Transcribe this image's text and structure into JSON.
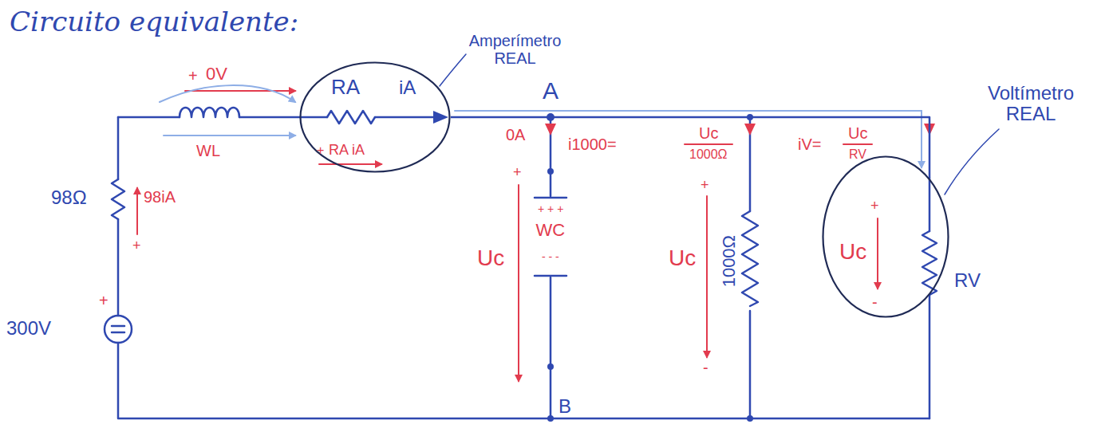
{
  "diagram": {
    "title": "Circuito equivalente:",
    "nodes": [
      {
        "text": [
          "Amperímetro REAL",
          "RA",
          "iA",
          "+",
          "RA iA"
        ]
      },
      {
        "text": [
          "Voltímetro REAL",
          "+",
          "Uc",
          "-"
        ]
      }
    ],
    "edges": [
      {
        "from": 0,
        "to": 1,
        "arrow": "none"
      }
    ],
    "labels": [
      "+",
      "0V",
      "WL",
      "98Ω",
      "98iA",
      "+",
      "+",
      "300V",
      "A",
      "0A",
      "+",
      "Uc",
      "+ + +",
      "WC",
      "- - -",
      "B",
      "i1000=",
      "Uc",
      "1000Ω",
      "+",
      "Uc",
      "-",
      "1000Ω",
      "iV=",
      "Uc",
      "RV",
      "RV"
    ]
  }
}
